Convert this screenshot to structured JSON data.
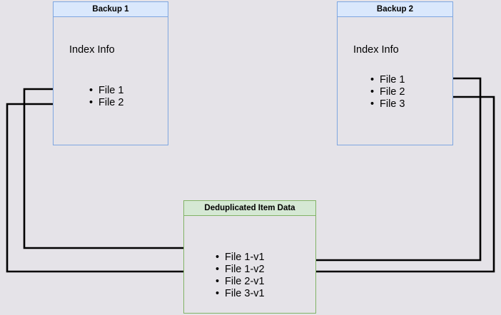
{
  "diagram": {
    "title_backup1": "Backup 1",
    "title_backup2": "Backup 2",
    "title_dedup": "Deduplicated Item Data",
    "index_info_label": "Index Info",
    "backup1": {
      "header": "Backup 1",
      "section_label": "Index Info",
      "files": [
        "File 1",
        "File 2"
      ]
    },
    "backup2": {
      "header": "Backup 2",
      "section_label": "Index Info",
      "files": [
        "File 1",
        "File 2",
        "File 3"
      ]
    },
    "dedup": {
      "header": "Deduplicated Item Data",
      "items": [
        "File 1-v1",
        "File 1-v2",
        "File 2-v1",
        "File 3-v1"
      ]
    },
    "colors": {
      "page_background": "#e5e3e8",
      "blue_border": "#7EA6E0",
      "blue_header_fill": "#dae8fc",
      "green_border": "#82b366",
      "green_header_fill": "#d5e8d4",
      "edge_stroke": "#000000"
    },
    "edges": [
      {
        "name": "backup1-file1-to-file1v1",
        "from": "Backup 1 / File 1",
        "to": "Deduplicated Item Data / File 1-v1"
      },
      {
        "name": "backup1-file2-to-file2v1",
        "from": "Backup 1 / File 2",
        "to": "Deduplicated Item Data / File 2-v1"
      },
      {
        "name": "backup2-file1-to-file1v2",
        "from": "Backup 2 / File 1",
        "to": "Deduplicated Item Data / File 1-v2"
      },
      {
        "name": "backup2-file2-to-file2v1",
        "from": "Backup 2 / File 2",
        "to": "Deduplicated Item Data / File 2-v1"
      }
    ]
  }
}
